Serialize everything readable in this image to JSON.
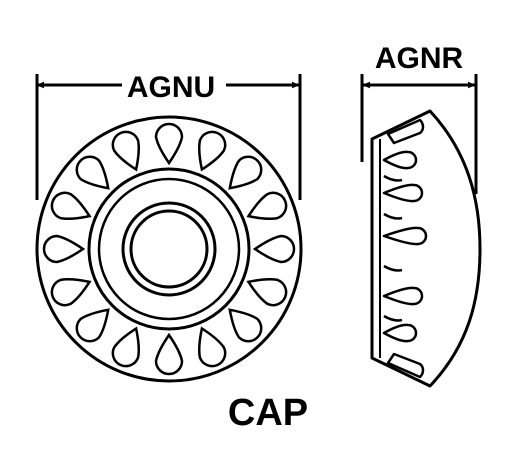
{
  "labels": {
    "front_dimension": "AGNU",
    "side_dimension": "AGNR",
    "part_name": "CAP"
  },
  "colors": {
    "line": "#000000",
    "background": "#ffffff"
  }
}
